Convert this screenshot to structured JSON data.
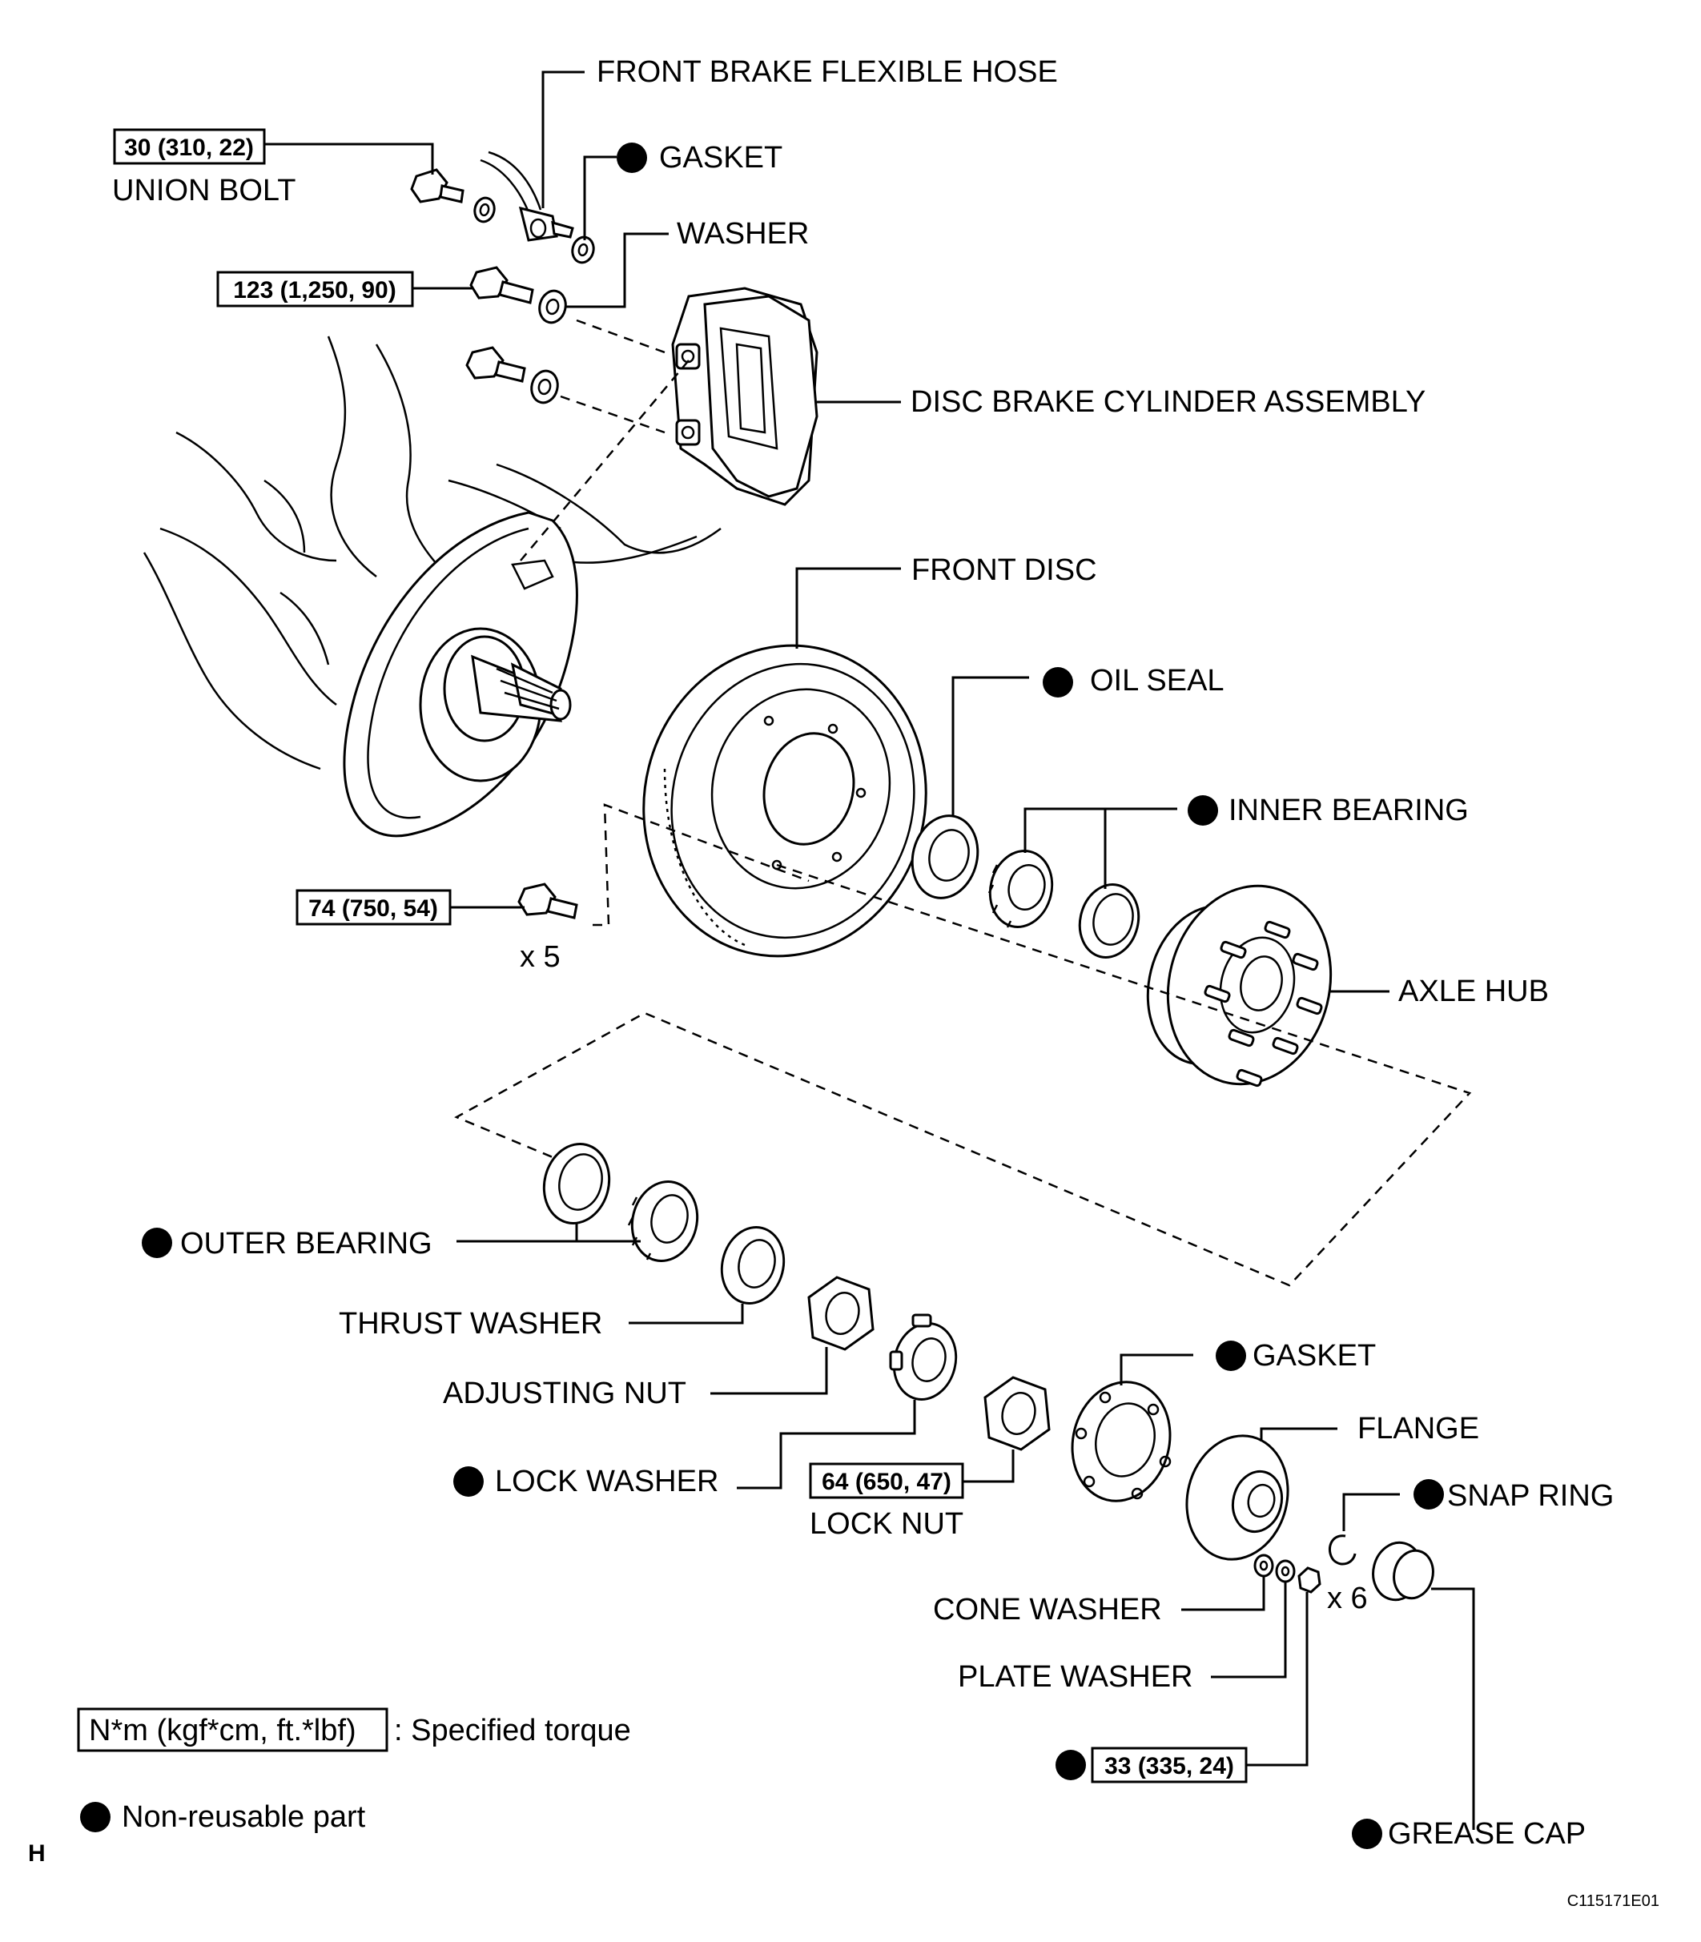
{
  "labels": {
    "front_brake_flexible_hose": "FRONT BRAKE FLEXIBLE HOSE",
    "gasket_top": "GASKET",
    "union_bolt": "UNION BOLT",
    "washer": "WASHER",
    "disc_brake_cylinder_assembly": "DISC BRAKE CYLINDER ASSEMBLY",
    "front_disc": "FRONT DISC",
    "oil_seal": "OIL SEAL",
    "inner_bearing": "INNER BEARING",
    "axle_hub": "AXLE HUB",
    "x5": "x 5",
    "outer_bearing": "OUTER BEARING",
    "thrust_washer": "THRUST WASHER",
    "adjusting_nut": "ADJUSTING NUT",
    "gasket_lower": "GASKET",
    "flange": "FLANGE",
    "lock_washer": "LOCK WASHER",
    "lock_nut": "LOCK NUT",
    "snap_ring": "SNAP RING",
    "cone_washer": "CONE WASHER",
    "x6": "x 6",
    "plate_washer": "PLATE WASHER",
    "grease_cap": "GREASE CAP"
  },
  "torques": {
    "union_bolt": "30 (310, 22)",
    "caliper_bolt": "123 (1,250, 90)",
    "disc_bolt": "74 (750, 54)",
    "lock_nut": "64 (650, 47)",
    "flange_nut": "33 (335, 24)"
  },
  "legend": {
    "torque_unit": "N*m (kgf*cm, ft.*lbf)",
    "torque_desc": ": Specified torque",
    "non_reusable": "Non-reusable part"
  },
  "corner_mark": "H",
  "figure_code": "C115171E01"
}
